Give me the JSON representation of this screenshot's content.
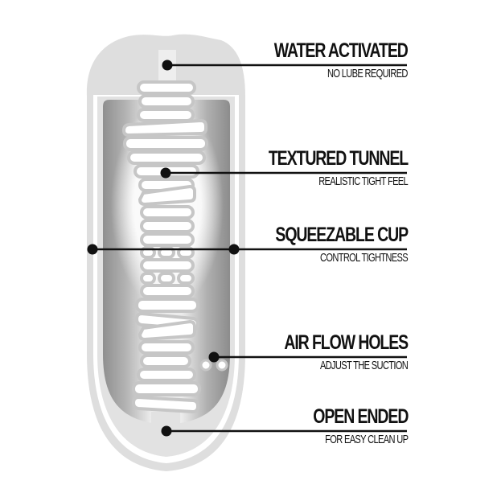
{
  "diagram": {
    "subject": "open-ended stroker cup cross-section",
    "colors": {
      "background": "#ffffff",
      "shell": "#dcdcdc",
      "shell_gap": "#ffffff",
      "inner_dark": "#9a9a9a",
      "inner_light": "#e6e6e6",
      "ribs_fill": "#ffffff",
      "ribs_stroke": "#c8c8c8",
      "callout": "#111111"
    },
    "callouts": [
      {
        "title": "WATER ACTIVATED",
        "subtitle": "NO LUBE REQUIRED",
        "dot": [
          208,
          81
        ]
      },
      {
        "title": "TEXTURED TUNNEL",
        "subtitle": "REALISTIC TIGHT FEEL",
        "dot": [
          206,
          215
        ]
      },
      {
        "title": "SQUEEZABLE CUP",
        "subtitle": "CONTROL TIGHTNESS",
        "dot": [
          291,
          310
        ],
        "dot_left": [
          115,
          310
        ]
      },
      {
        "title": "AIR FLOW HOLES",
        "subtitle": "ADJUST THE SUCTION",
        "dot": [
          266,
          444
        ]
      },
      {
        "title": "OPEN ENDED",
        "subtitle": "FOR EASY CLEAN UP",
        "dot": [
          207,
          536
        ]
      }
    ]
  }
}
